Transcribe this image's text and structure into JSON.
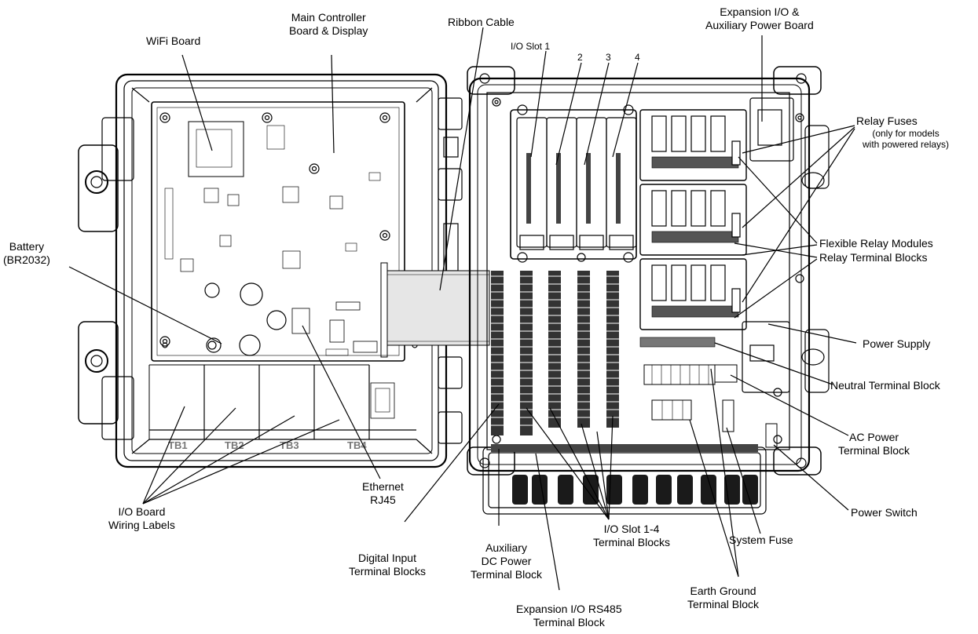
{
  "labels": {
    "wifi_board": [
      "WiFi Board"
    ],
    "main_controller": [
      "Main Controller",
      "Board & Display"
    ],
    "ribbon_cable": [
      "Ribbon Cable"
    ],
    "io_slot_1": [
      "I/O Slot 1"
    ],
    "slot_2": [
      "2"
    ],
    "slot_3": [
      "3"
    ],
    "slot_4": [
      "4"
    ],
    "expansion_power_board": [
      "Expansion I/O &",
      "Auxiliary Power Board"
    ],
    "relay_fuses": [
      "Relay Fuses"
    ],
    "relay_fuses_note": [
      "(only for models",
      "with powered relays)"
    ],
    "flexible_relay_modules": [
      "Flexible Relay Modules"
    ],
    "relay_terminal_blocks": [
      "Relay Terminal Blocks"
    ],
    "battery": [
      "Battery",
      "(BR2032)"
    ],
    "power_supply": [
      "Power Supply"
    ],
    "neutral_terminal_block": [
      "Neutral Terminal Block"
    ],
    "ac_power_terminal_block": [
      "AC Power",
      "Terminal Block"
    ],
    "power_switch": [
      "Power Switch"
    ],
    "system_fuse": [
      "System Fuse"
    ],
    "ethernet": [
      "Ethernet",
      "RJ45"
    ],
    "io_board_wiring_labels": [
      "I/O Board",
      "Wiring Labels"
    ],
    "digital_input_terminal_blocks": [
      "Digital Input",
      "Terminal Blocks"
    ],
    "auxiliary_dc_power": [
      "Auxiliary",
      "DC Power",
      "Terminal Block"
    ],
    "io_slot_terminal_blocks": [
      "I/O Slot 1-4",
      "Terminal Blocks"
    ],
    "earth_ground": [
      "Earth Ground",
      "Terminal Block"
    ],
    "expansion_rs485": [
      "Expansion I/O RS485",
      "Terminal Block"
    ]
  },
  "board_markings": {
    "tb_labels": [
      "TB1",
      "TB2",
      "TB3",
      "TB4"
    ]
  }
}
